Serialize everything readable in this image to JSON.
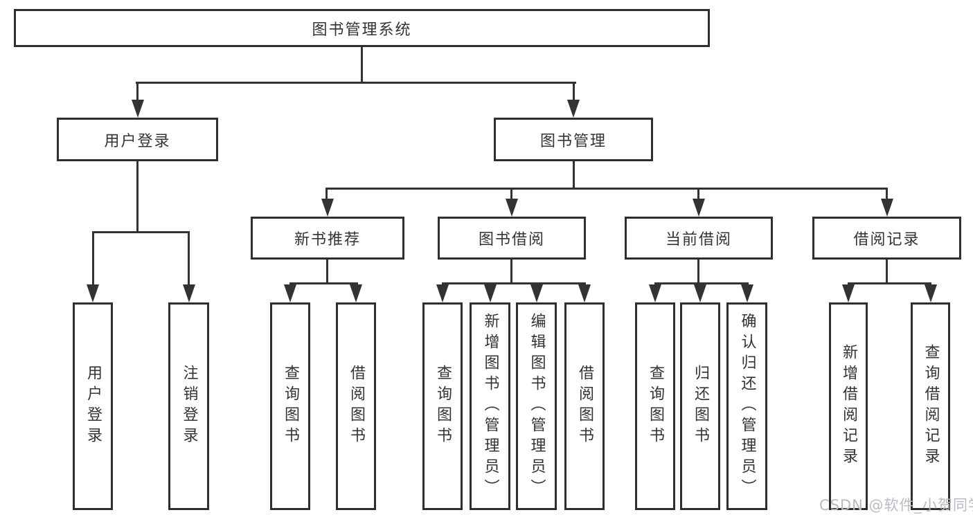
{
  "diagram": {
    "tree": {
      "label": "图书管理系统",
      "children": [
        {
          "label": "用户登录",
          "children": [
            "用户登录",
            "注销登录"
          ]
        },
        {
          "label": "图书管理",
          "children": [
            {
              "label": "新书推荐",
              "children": [
                "查询图书",
                "借阅图书"
              ]
            },
            {
              "label": "图书借阅",
              "children": [
                "查询图书",
                "新增图书（管理员）",
                "编辑图书（管理员）",
                "借阅图书"
              ]
            },
            {
              "label": "当前借阅",
              "children": [
                "查询图书",
                "归还图书",
                "确认归还（管理员）"
              ]
            },
            {
              "label": "借阅记录",
              "children": [
                "新增借阅记录",
                "查询借阅记录"
              ]
            }
          ]
        }
      ]
    }
  },
  "watermark": {
    "text": "CSDN @软件_小贺同学"
  },
  "colors": {
    "line": "#333333",
    "border": "#2e2e2e",
    "text": "#333333",
    "background": "#ffffff",
    "watermark": "#b6bbc1"
  }
}
